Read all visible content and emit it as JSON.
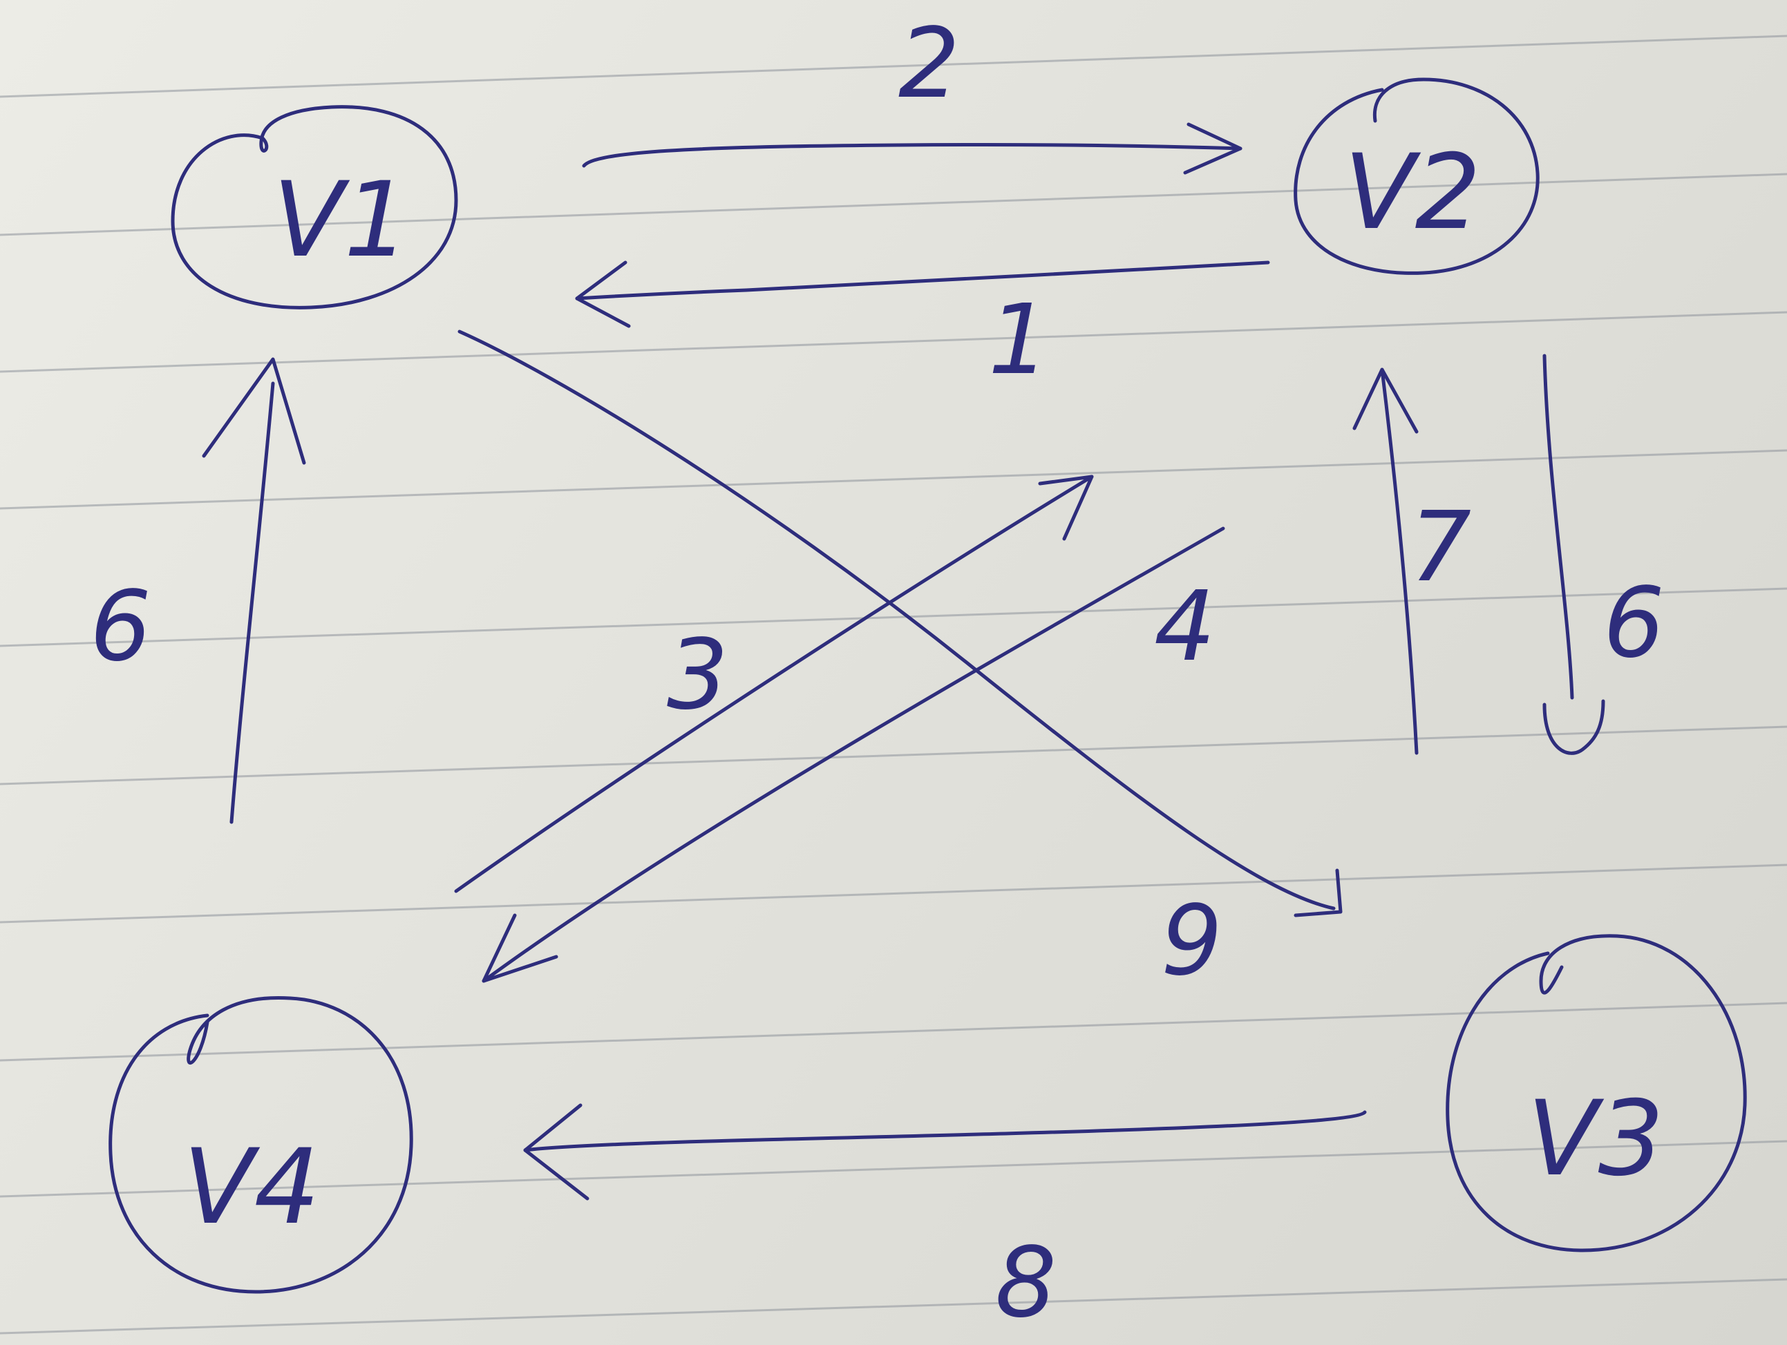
{
  "nodes": [
    {
      "id": "v1",
      "label": "V1"
    },
    {
      "id": "v2",
      "label": "V2"
    },
    {
      "id": "v3",
      "label": "V3"
    },
    {
      "id": "v4",
      "label": "V4"
    }
  ],
  "edges": [
    {
      "from": "V1",
      "to": "V2",
      "weight": "2"
    },
    {
      "from": "V2",
      "to": "V1",
      "weight": "1"
    },
    {
      "from": "V3",
      "to": "V2",
      "weight": "7"
    },
    {
      "from": "V2",
      "to": "V3",
      "weight": "6"
    },
    {
      "from": "V1",
      "to": "V3",
      "weight": "9"
    },
    {
      "from": "V4",
      "to": "V2",
      "weight": "3"
    },
    {
      "from": "V2",
      "to": "V4",
      "weight": "4"
    },
    {
      "from": "V4",
      "to": "V1",
      "weight": "6"
    },
    {
      "from": "V3",
      "to": "V4",
      "weight": "8"
    }
  ],
  "colors": {
    "ink": "#2e2d7c",
    "paper": "#e4e4de",
    "rule": "#8f949c"
  }
}
